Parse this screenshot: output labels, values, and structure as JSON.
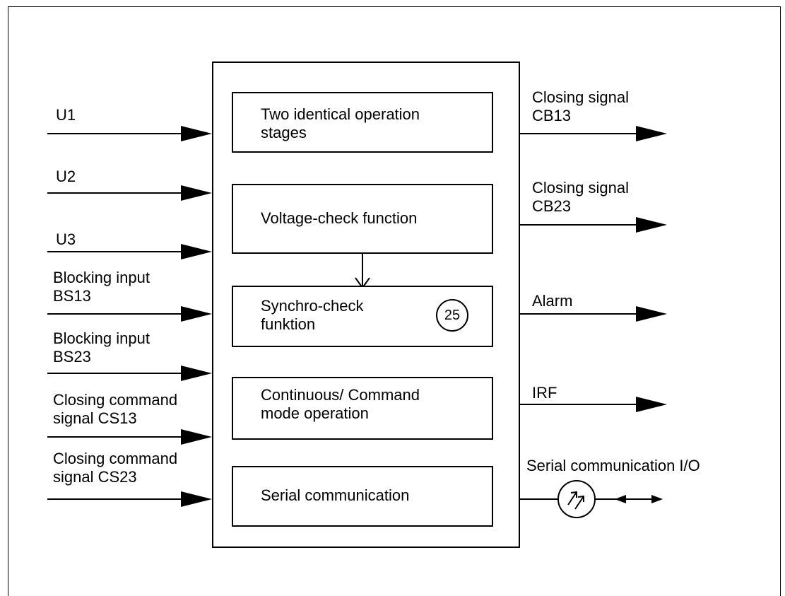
{
  "inputs": {
    "u1": "U1",
    "u2": "U2",
    "u3": "U3",
    "bs13": [
      "Blocking input",
      "BS13"
    ],
    "bs23": [
      "Blocking input",
      "BS23"
    ],
    "cs13": [
      "Closing command",
      "signal CS13"
    ],
    "cs23": [
      "Closing command",
      "signal CS23"
    ]
  },
  "functions": {
    "stages": [
      "Two identical operation",
      "stages"
    ],
    "voltage_check": "Voltage-check function",
    "synchro_check": [
      "Synchro-check",
      "funktion"
    ],
    "synchro_code": "25",
    "command_mode": [
      "Continuous/ Command",
      "mode operation"
    ],
    "serial": "Serial communication"
  },
  "outputs": {
    "cb13": [
      "Closing signal",
      "CB13"
    ],
    "cb23": [
      "Closing signal",
      "CB23"
    ],
    "alarm": "Alarm",
    "irf": "IRF",
    "serial_io": "Serial communication I/O"
  },
  "icons": {
    "serial_port": "fibre-optic-port-icon"
  }
}
